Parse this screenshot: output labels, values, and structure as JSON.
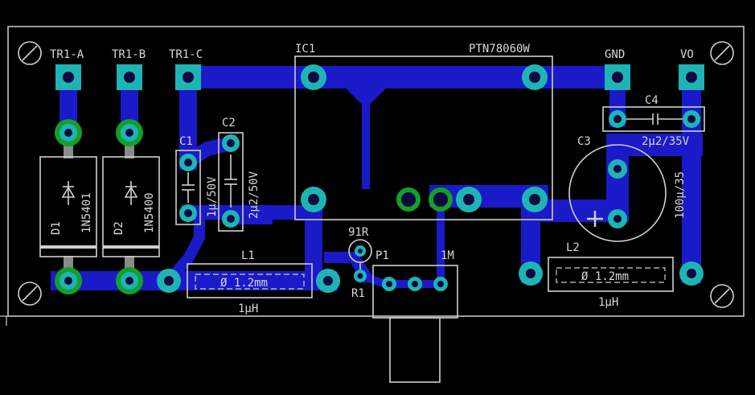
{
  "labels": {
    "tr1a": "TR1-A",
    "tr1b": "TR1-B",
    "tr1c": "TR1-C",
    "ic1": "IC1",
    "ic1_part": "PTN78060W",
    "gnd": "GND",
    "vo": "VO",
    "c1": "C1",
    "c1_val": "1µ/50V",
    "c2": "C2",
    "c2_val": "2µ2/50V",
    "c3": "C3",
    "c3_val": "100µ/35",
    "c4": "C4",
    "c4_val": "2µ2/35V",
    "d1": "D1",
    "d1_val": "1N5401",
    "d2": "D2",
    "d2_val": "1N5400",
    "l1": "L1",
    "l1_dim": "Ø 1.2mm",
    "l1_val": "1µH",
    "l2": "L2",
    "l2_dim": "Ø 1.2mm",
    "l2_val": "1µH",
    "r1": "R1",
    "r1_val": "91R",
    "p1": "P1",
    "p1_val": "1M"
  },
  "colors": {
    "background": "#000000",
    "trace": "#1a1ac8",
    "pad": "#1eb4b4",
    "via": "#12a02a",
    "silkscreen": "#cfcfcf"
  }
}
